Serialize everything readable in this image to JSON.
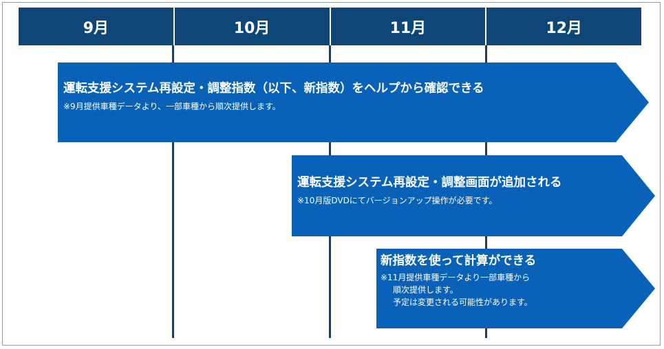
{
  "months": [
    "9月",
    "10月",
    "11月",
    "12月"
  ],
  "arrows": [
    {
      "title": "運転支援システム再設定・調整指数（以下、新指数）をヘルプから確認できる",
      "notes": [
        "※9月提供車種データより、一部車種から順次提供します。"
      ]
    },
    {
      "title": "運転支援システム再設定・調整画面が追加される",
      "notes": [
        "※10月版DVDにてバージョンアップ操作が必要です。"
      ]
    },
    {
      "title": "新指数を使って計算ができる",
      "notes": [
        "※11月提供車種データより一部車種から",
        "順次提供します。",
        "予定は変更される可能性があります。"
      ]
    }
  ],
  "colors": {
    "header": "#0d4677",
    "arrow": "#0a62b8",
    "gridline": "#1f3d63"
  }
}
